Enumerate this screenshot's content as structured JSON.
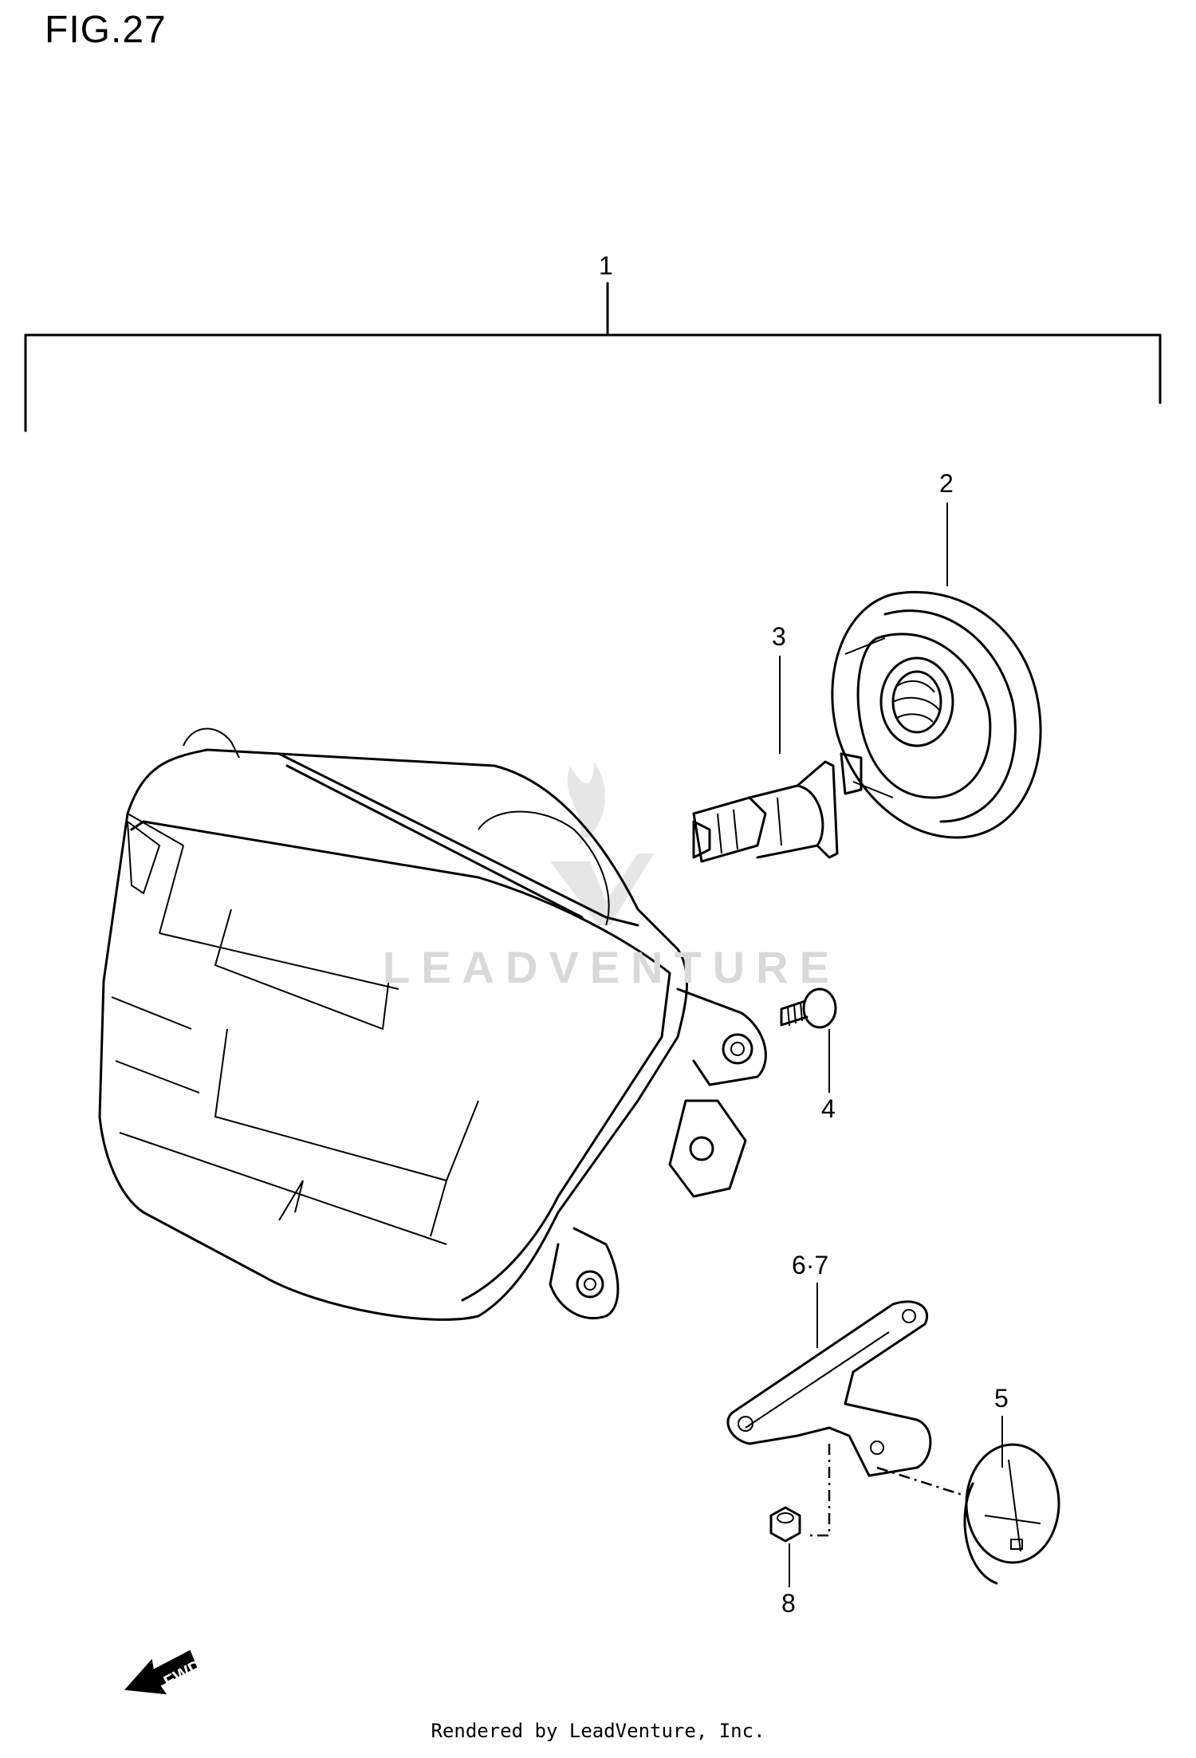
{
  "figure": {
    "title": "FIG.27"
  },
  "callouts": [
    {
      "id": "1",
      "label": "1"
    },
    {
      "id": "2",
      "label": "2"
    },
    {
      "id": "3",
      "label": "3"
    },
    {
      "id": "4",
      "label": "4"
    },
    {
      "id": "5",
      "label": "5"
    },
    {
      "id": "6-7",
      "label": "6·7"
    },
    {
      "id": "8",
      "label": "8"
    }
  ],
  "watermark": {
    "text": "LEADVENTURE"
  },
  "direction_marker": {
    "label": "FWD"
  },
  "footer": {
    "credit": "Rendered by LeadVenture, Inc."
  }
}
